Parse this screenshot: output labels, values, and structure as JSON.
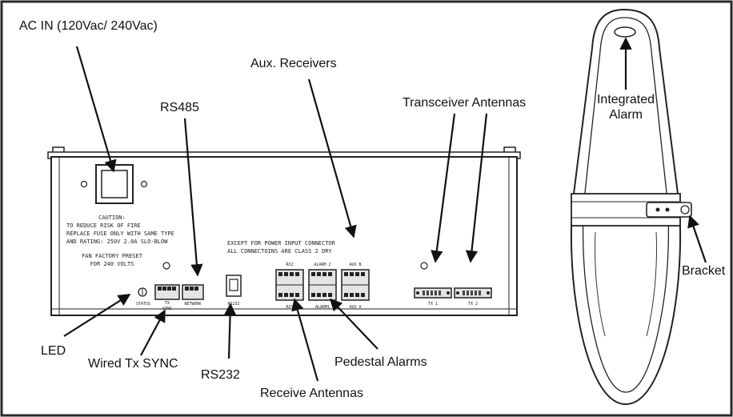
{
  "labels": {
    "ac_in": "AC IN (120Vac/ 240Vac)",
    "rs485": "RS485",
    "aux_receivers": "Aux. Receivers",
    "transceiver_antennas": "Transceiver Antennas",
    "integrated_alarm_l1": "Integrated",
    "integrated_alarm_l2": "Alarm",
    "bracket": "Bracket",
    "led": "LED",
    "wired_tx_sync": "Wired Tx SYNC",
    "rs232": "RS232",
    "receive_antennas": "Receive Antennas",
    "pedestal_alarms": "Pedestal Alarms"
  },
  "panel_text": {
    "caution_title": "CAUTION:",
    "caution_l1": "TO REDUCE RISK OF FIRE",
    "caution_l2": "REPLACE FUSE ONLY WITH SAME TYPE",
    "caution_l3": "AND RATING: 250V 2.0A SLO-BLOW",
    "fan_l1": "FAN FACTORY PRESET",
    "fan_l2": "FOR 240 VOLTS",
    "except_l1": "EXCEPT FOR POWER INPUT CONNECTOR",
    "except_l2": "ALL CONNECTOINS ARE CLASS 2 DRY",
    "status": "STATUS",
    "tx": "TX",
    "sync": "SYNC",
    "network": "NETWORK",
    "rs232": "RS232",
    "rx2": "RX2",
    "alarm2": "ALARM 2",
    "auxb": "AUX B",
    "rx1": "RX1",
    "alarm1": "ALARM1",
    "auxa": "AUX A",
    "tx1": "TX 1",
    "tx2": "TX 2"
  },
  "colors": {
    "border": "#2a2a2a",
    "line": "#1a1a1a",
    "panel_fill": "#ffffff",
    "connector_fill": "#e4e4e4"
  }
}
